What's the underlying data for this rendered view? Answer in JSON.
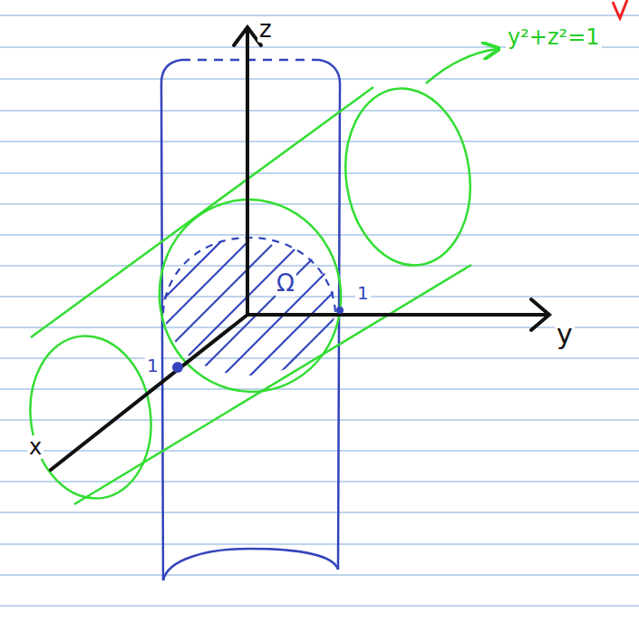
{
  "diagram": {
    "labels": [
      "z",
      "y²+z²=1",
      "Ω",
      "1",
      "y",
      "1",
      "x"
    ]
  }
}
